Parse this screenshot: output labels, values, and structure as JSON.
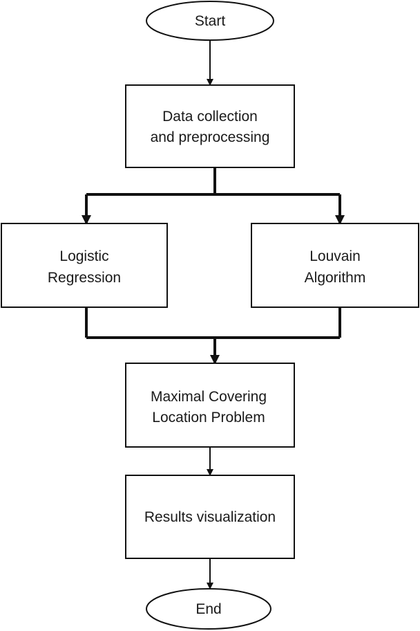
{
  "nodes": {
    "start": {
      "label": "Start"
    },
    "data_collection": {
      "line1": "Data collection",
      "line2": "and preprocessing"
    },
    "logistic_regression": {
      "line1": "Logistic",
      "line2": "Regression"
    },
    "louvain_algorithm": {
      "line1": "Louvain",
      "line2": "Algorithm"
    },
    "mclp": {
      "line1": "Maximal Covering",
      "line2": "Location Problem"
    },
    "results": {
      "label": "Results visualization"
    },
    "end": {
      "label": "End"
    }
  },
  "colors": {
    "stroke": "#111111",
    "fill": "#ffffff",
    "text": "#1a1a1a"
  }
}
